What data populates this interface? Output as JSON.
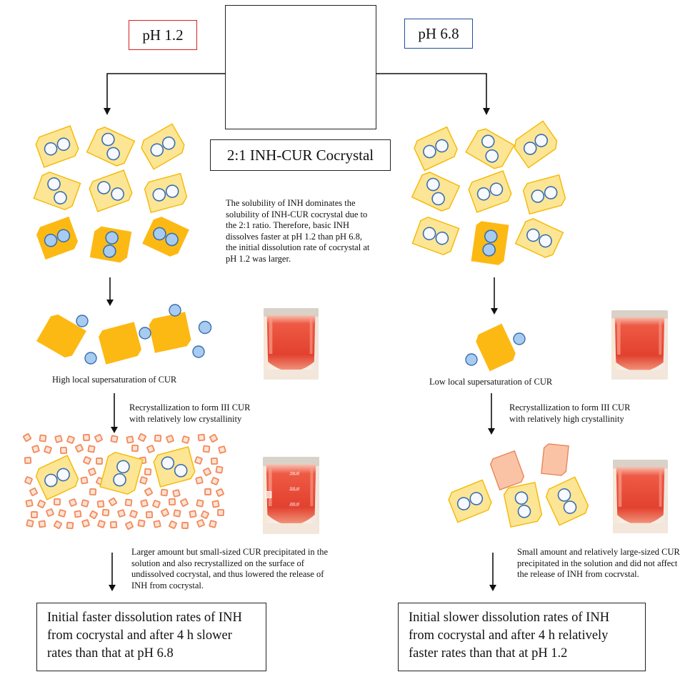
{
  "labels": {
    "ph_left": "pH 1.2",
    "ph_right": "pH 6.8",
    "title": "2:1 INH-CUR Cocrystal",
    "solubility_note": "The solubility of INH dominates the solubility of INH-CUR cocrystal due to the 2:1 ratio. Therefore, basic INH dissolves faster at pH 1.2 than pH 6.8, the initial dissolution rate of cocrystal at pH 1.2 was larger.",
    "left_supersat": "High local supersaturation of CUR",
    "right_supersat": "Low local supersaturation of CUR",
    "left_recryst": "Recrystallization to form III CUR\nwith relatively low crystallinity",
    "right_recryst": "Recrystallization to form III CUR\nwith relatively high crystallinity",
    "left_precip": "Larger amount but small-sized CUR precipitated in the solution and also recrystallized on the surface of undissolved cocrystal, and  thus lowered the release of INH from cocrystal.",
    "right_precip": "Small amount and relatively large-sized CUR precipitated in the solution and did not affect the release of INH from cocrvstal.",
    "left_conclusion": "Initial faster dissolution rates of INH from cocrystal and after 4 h slower rates than that at pH 6.8",
    "right_conclusion": "Initial slower dissolution rates of INH from cocrystal and after 4 h relatively faster rates than that at pH 1.2",
    "beaker_marks": [
      "750 ml",
      "500 ml",
      "250 ml"
    ]
  },
  "colors": {
    "crystal_fill": "#FCE594",
    "crystal_stroke": "#F5B800",
    "dissolved_fill": "#FDB913",
    "circle_fill": "#F7F9FF",
    "circle_stroke": "#3A6FB0",
    "released_circle_fill": "#A8CCF0",
    "small_precip": "#F28A5A",
    "large_precip_fill": "#FBC3A6",
    "large_precip_stroke": "#E88659",
    "red_border": "#D82020",
    "blue_border": "#2050A0",
    "solution": "#E8433A"
  }
}
